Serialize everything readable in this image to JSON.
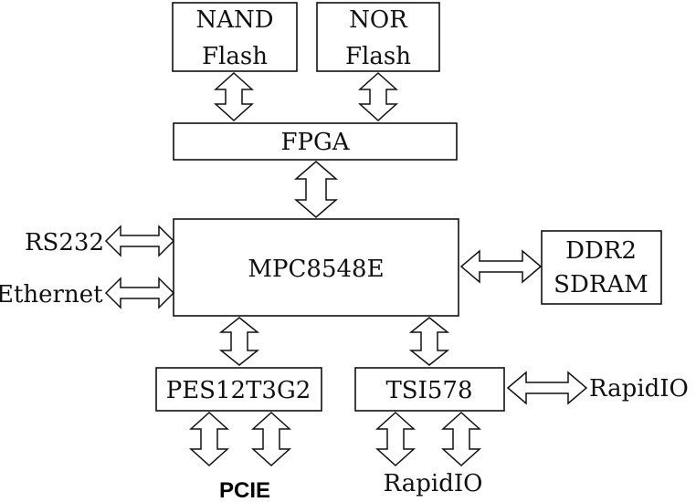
{
  "blocks": {
    "nand_flash": {
      "line1": "NAND",
      "line2": "Flash"
    },
    "nor_flash": {
      "line1": "NOR",
      "line2": "Flash"
    },
    "fpga": "FPGA",
    "cpu": "MPC8548E",
    "ddr2": {
      "line1": "DDR2",
      "line2": "SDRAM"
    },
    "pcie_switch": "PES12T3G2",
    "rapidio_switch": "TSI578"
  },
  "ports": {
    "rs232": "RS232",
    "ethernet": "Ethernet",
    "rapidio_right": "RapidIO",
    "rapidio_bottom": "RapidIO",
    "pcie_bottom": "PCIE"
  }
}
